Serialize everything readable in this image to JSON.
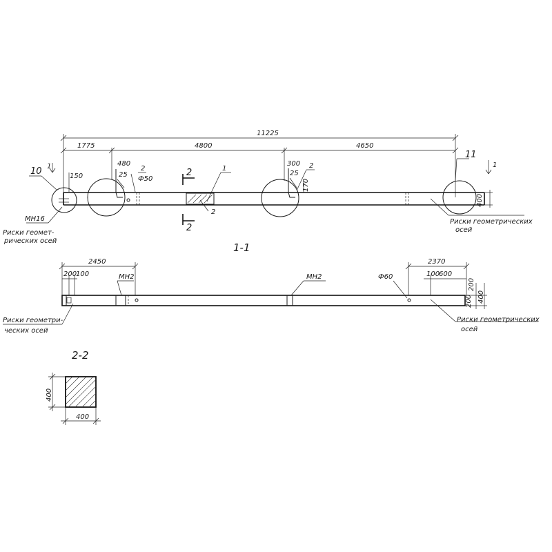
{
  "plan": {
    "dim_total": "11225",
    "dim_left": "1775",
    "dim_mid": "4800",
    "dim_right": "4650",
    "callout_10": "10",
    "callout_11": "11",
    "callout_1": "1",
    "callout_2a": "2",
    "callout_2b": "2",
    "section_mark_1": "1",
    "section_mark_1b": "1",
    "section_mark_2": "2",
    "section_mark_2b": "2",
    "callout_2c": "2",
    "dim_150": "150",
    "dim_480": "480",
    "dim_25a": "25",
    "dim_300": "300",
    "dim_25b": "25",
    "dim_170": "170",
    "dim_400": "400",
    "hole_label": "Ф50",
    "mn_label": "МН16",
    "risk_left_1": "Риски геомет-",
    "risk_left_2": "рических осей",
    "risk_right_1": "Риски геометрических",
    "risk_right_2": "осей"
  },
  "section11": {
    "title": "1-1",
    "dim_2450": "2450",
    "dim_200": "200",
    "dim_100": "100",
    "mn2_left": "МН2",
    "mn2_mid": "МН2",
    "hole_label": "Ф60",
    "dim_2370": "2370",
    "dim_100b": "100",
    "dim_600": "600",
    "dim_200v": "200",
    "dim_200v2": "200",
    "dim_400v": "400",
    "risk_left_1": "Риски геометри-",
    "risk_left_2": "ческих осей",
    "risk_right_1": "Риски геометрических",
    "risk_right_2": "осей"
  },
  "section22": {
    "title": "2-2",
    "dim_h": "400",
    "dim_w": "400"
  }
}
